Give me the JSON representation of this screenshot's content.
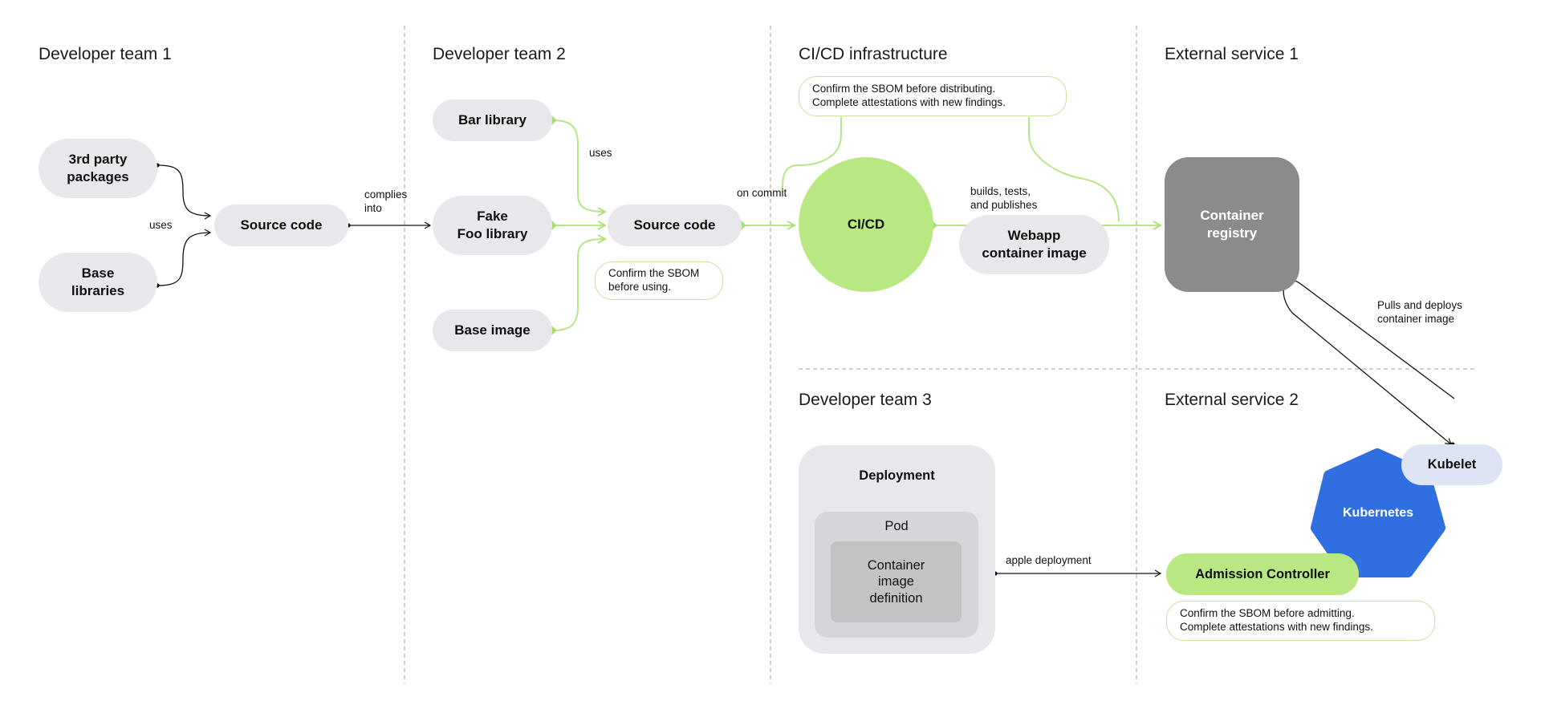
{
  "headings": {
    "team1": "Developer team 1",
    "team2": "Developer team 2",
    "cicd_infra": "CI/CD infrastructure",
    "ext1": "External service 1",
    "team3": "Developer team 3",
    "ext2": "External service 2"
  },
  "team1": {
    "third_party": "3rd party\npackages",
    "base_libraries": "Base\nlibraries",
    "source_code": "Source code",
    "uses": "uses",
    "complies_into": "complies\ninto"
  },
  "team2": {
    "bar_library": "Bar library",
    "fake_foo": "Fake\nFoo library",
    "base_image": "Base image",
    "source_code": "Source code",
    "uses": "uses",
    "note": "Confirm the SBOM\nbefore using.",
    "on_commit": "on commit"
  },
  "cicd": {
    "node": "CI/CD",
    "note": "Confirm the SBOM before distributing.\nComplete attestations with new findings.",
    "builds": "builds, tests,\nand publishes",
    "webapp": "Webapp\ncontainer image"
  },
  "ext1": {
    "registry": "Container\nregistry",
    "pulls": "Pulls and deploys\ncontainer image"
  },
  "team3": {
    "deployment": "Deployment",
    "pod": "Pod",
    "container_def": "Container\nimage\ndefinition",
    "apple": "apple deployment"
  },
  "ext2": {
    "kubelet": "Kubelet",
    "kubernetes": "Kubernetes",
    "admission": "Admission Controller",
    "note": "Confirm the SBOM before admitting.\nComplete attestations with new findings."
  },
  "colors": {
    "pill": "#e7e7ec",
    "green": "#b9e882",
    "green_line": "#b7e58a",
    "registry": "#8b8b8d",
    "kubernetes": "#2f6fe0",
    "kubelet": "#dfe4f5"
  }
}
